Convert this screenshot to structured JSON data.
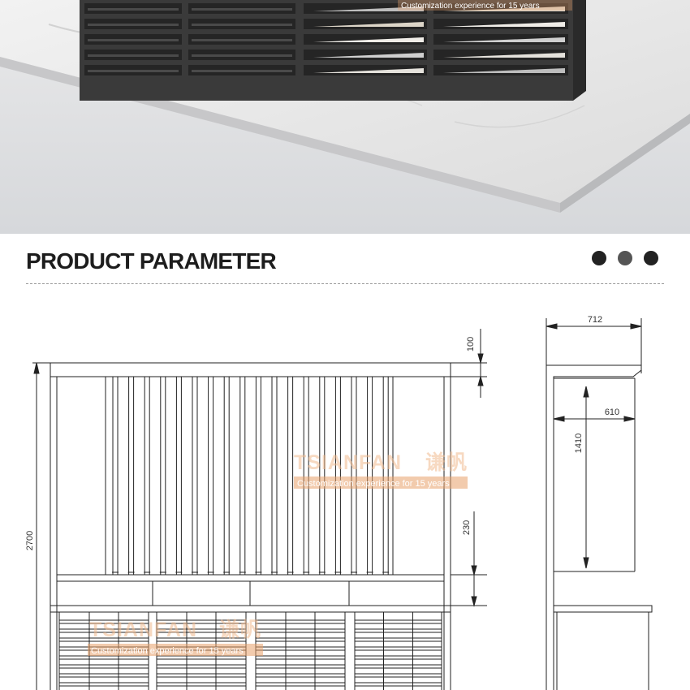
{
  "section_title": "PRODUCT PARAMETER",
  "dots": [
    {
      "color": "#222222"
    },
    {
      "color": "#555555"
    },
    {
      "color": "#222222"
    }
  ],
  "photo_watermark": "Customization experience for 15 years",
  "watermarks": [
    {
      "brand": "TSIANFAN",
      "cn": "谦帆",
      "tagline": "Customization experience for 15 years"
    },
    {
      "brand": "TSIANFAN",
      "cn": "谦帆",
      "tagline": "Customization experience for 15 years"
    }
  ],
  "dimensions": {
    "top_panel": "100",
    "total_height": "2700",
    "bottom_gap": "230",
    "depth": "712",
    "inner_depth": "610",
    "panel_height": "1410"
  },
  "colors": {
    "rack_dark": "#3a3a3a",
    "line": "#222222",
    "watermark_orange": "#e8a06a"
  }
}
